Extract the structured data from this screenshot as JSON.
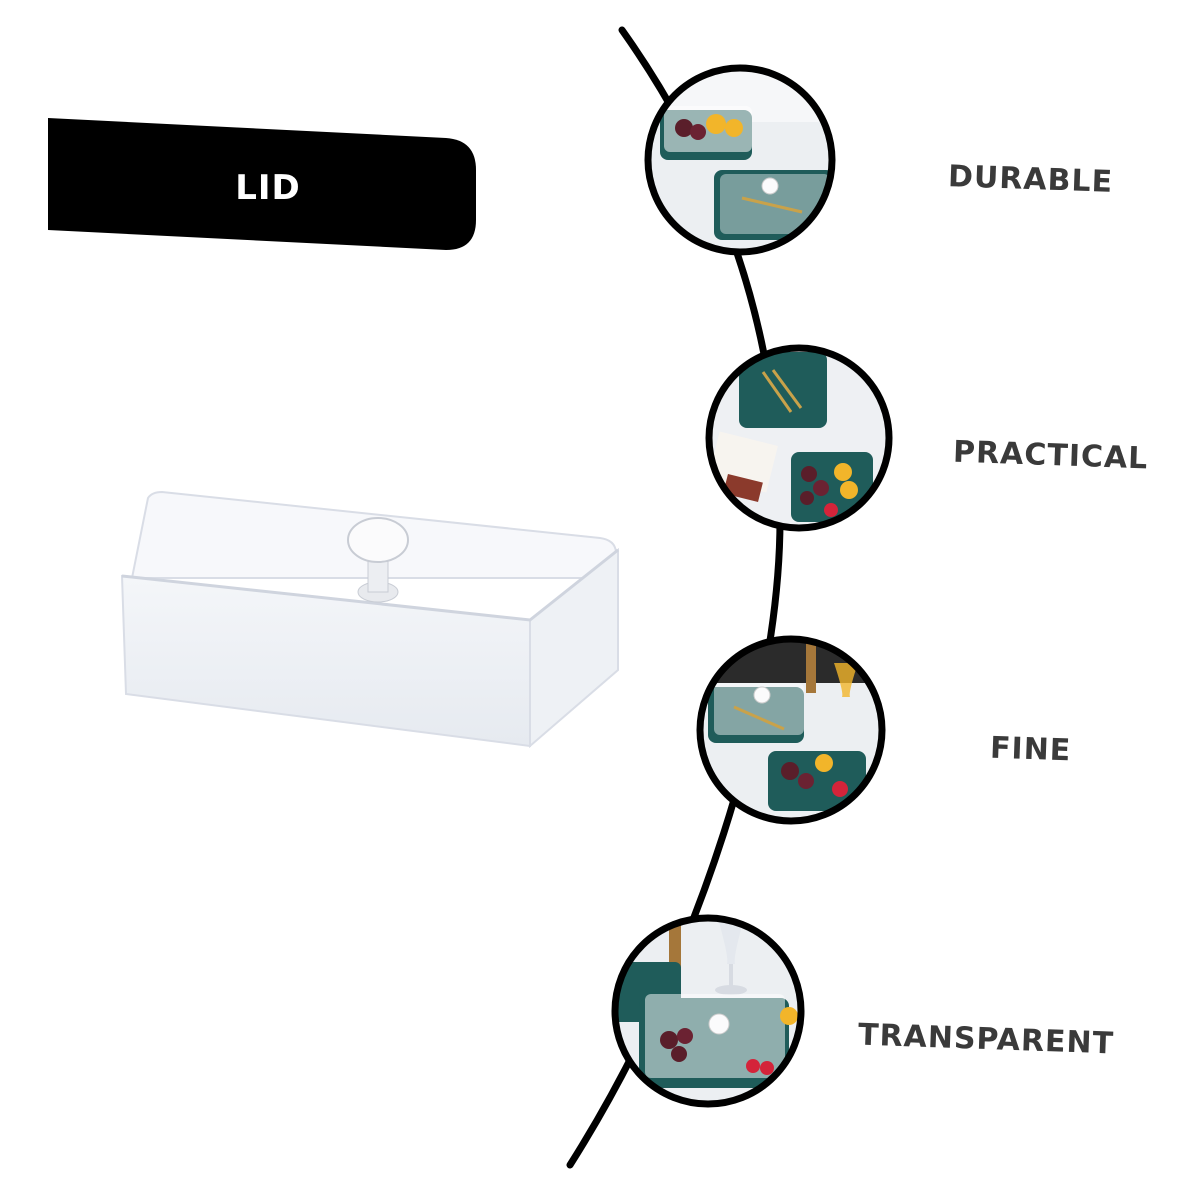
{
  "banner": {
    "label": "LID"
  },
  "features": [
    {
      "label": "DURABLE"
    },
    {
      "label": "PRACTICAL"
    },
    {
      "label": "FINE"
    },
    {
      "label": "TRANSPARENT"
    }
  ],
  "colors": {
    "banner": "#000000",
    "label": "#3a3a3a",
    "tray": "#1f5c5a",
    "grape": "#5a1e2a",
    "lemon": "#f2b52a",
    "marble": "#e8ecef"
  }
}
